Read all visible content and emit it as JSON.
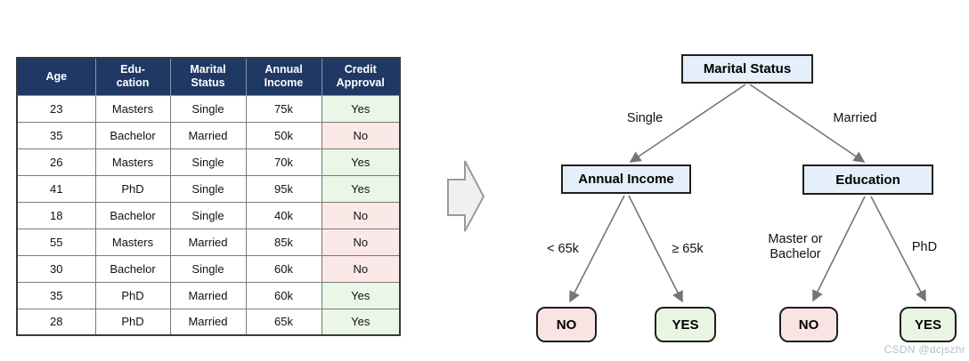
{
  "table": {
    "headers": {
      "age": "Age",
      "education": "Edu-\ncation",
      "marital": "Marital\nStatus",
      "income": "Annual\nIncome",
      "approval": "Credit\nApproval"
    },
    "rows": [
      {
        "age": "23",
        "education": "Masters",
        "marital": "Single",
        "income": "75k",
        "approval": "Yes"
      },
      {
        "age": "35",
        "education": "Bachelor",
        "marital": "Married",
        "income": "50k",
        "approval": "No"
      },
      {
        "age": "26",
        "education": "Masters",
        "marital": "Single",
        "income": "70k",
        "approval": "Yes"
      },
      {
        "age": "41",
        "education": "PhD",
        "marital": "Single",
        "income": "95k",
        "approval": "Yes"
      },
      {
        "age": "18",
        "education": "Bachelor",
        "marital": "Single",
        "income": "40k",
        "approval": "No"
      },
      {
        "age": "55",
        "education": "Masters",
        "marital": "Married",
        "income": "85k",
        "approval": "No"
      },
      {
        "age": "30",
        "education": "Bachelor",
        "marital": "Single",
        "income": "60k",
        "approval": "No"
      },
      {
        "age": "35",
        "education": "PhD",
        "marital": "Married",
        "income": "60k",
        "approval": "Yes"
      },
      {
        "age": "28",
        "education": "PhD",
        "marital": "Married",
        "income": "65k",
        "approval": "Yes"
      }
    ],
    "colors": {
      "header_bg": "#1F3864",
      "yes_bg": "#EAF6E6",
      "no_bg": "#FBE9E8"
    }
  },
  "tree": {
    "root_label": "Marital Status",
    "left_node_label": "Annual Income",
    "right_node_label": "Education",
    "edge_labels": {
      "single": "Single",
      "married": "Married",
      "lt_65k": "< 65k",
      "ge_65k": "≥ 65k",
      "master_or_bachelor": "Master or\nBachelor",
      "phd": "PhD"
    },
    "leaves": {
      "income_no": "NO",
      "income_yes": "YES",
      "education_no": "NO",
      "education_yes": "YES"
    },
    "colors": {
      "node_bg": "#E5EFFB",
      "leaf_no_bg": "#F9E4E4",
      "leaf_yes_bg": "#E8F5E0",
      "edge_color": "#757575"
    }
  },
  "watermark": "CSDN @dcjszhr"
}
